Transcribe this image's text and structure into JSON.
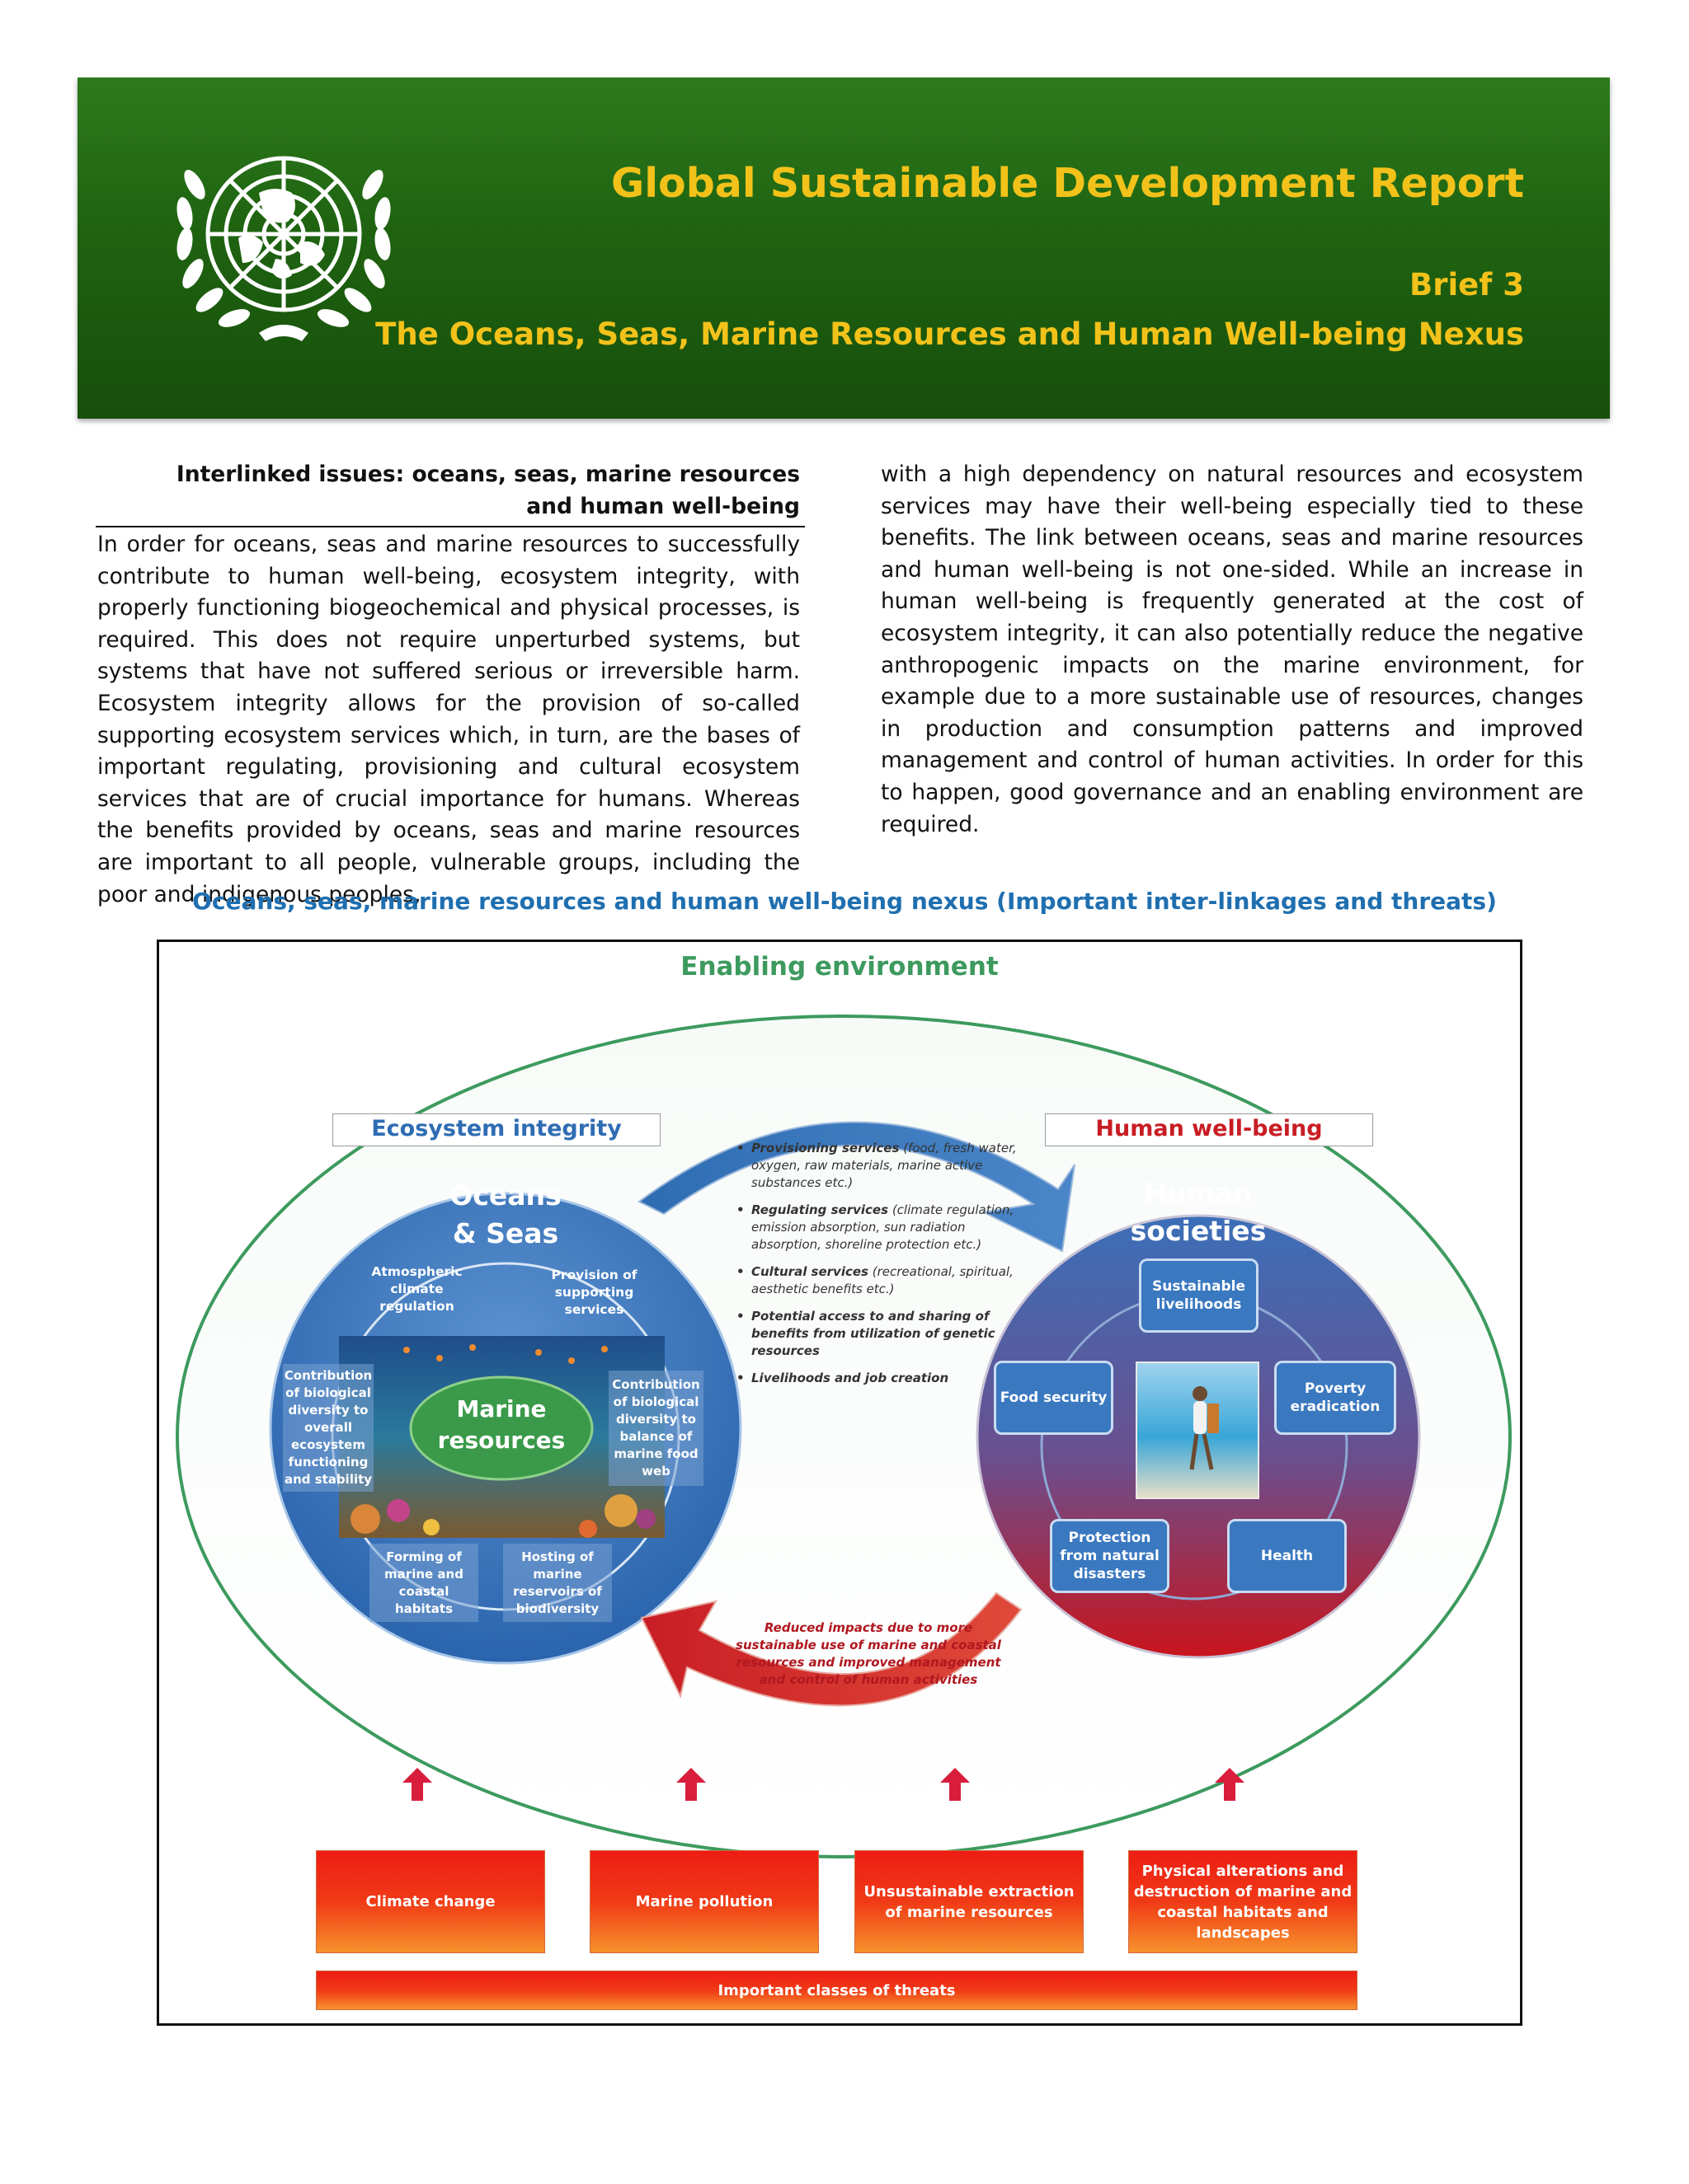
{
  "header": {
    "title": "Global Sustainable Development Report",
    "brief": "Brief 3",
    "subtitle": "The Oceans, Seas, Marine Resources and Human Well-being Nexus"
  },
  "section": {
    "heading_line1": "Interlinked issues: oceans, seas, marine resources",
    "heading_line2": "and human well-being"
  },
  "body": {
    "col1": "In order for oceans, seas and marine resources to successfully contribute to human well-being, ecosystem integrity, with properly functioning biogeochemical and physical processes, is required. This does not require unperturbed systems, but systems that have not suffered serious or irreversible harm. Ecosystem integrity allows for the provision of so-called supporting ecosystem services which, in turn, are the bases of important regulating, provisioning and cultural ecosystem services that are of crucial importance for humans. Whereas the benefits provided by oceans, seas and marine resources are important to all people, vulnerable groups, including the poor and indigenous peoples,",
    "col2": "with a high dependency on natural resources and ecosystem services may have their well-being especially tied to these benefits. The link between oceans, seas and marine resources and human well-being is not one-sided. While an increase in human well-being is frequently generated at the cost of ecosystem integrity, it can also potentially reduce the negative anthropogenic impacts on the marine environment, for example due to a more sustainable use of resources, changes in production and consumption patterns and improved management and control of human activities. In order for this to happen, good governance and an enabling environment are required."
  },
  "figure": {
    "caption": "Oceans, seas, marine resources and human well-being nexus (Important inter-linkages and threats)",
    "enabling": "Enabling environment",
    "eco_label": "Ecosystem integrity",
    "human_label": "Human well-being",
    "oceans_title_1": "Oceans",
    "oceans_title_2": "& Seas",
    "marine_1": "Marine",
    "marine_2": "resources",
    "atmos": "Atmospheric climate regulation",
    "supporting": "Provision of supporting services",
    "contrib_left": "Contribution of biological diversity to overall ecosystem functioning and stability",
    "contrib_right": "Contribution of biological diversity to balance of marine food web",
    "forming": "Forming of marine and coastal habitats",
    "hosting": "Hosting of marine reservoirs of biodiversity",
    "human_title_1": "Human",
    "human_title_2": "societies",
    "sustainable": "Sustainable livelihoods",
    "food": "Food security",
    "poverty": "Poverty eradication",
    "protection": "Protection from natural disasters",
    "health": "Health",
    "b1_head": "Provisioning services",
    "b1_rest": "(food, fresh water, oxygen, raw materials, marine active substances etc.)",
    "b2_head": "Regulating services",
    "b2_rest": "(climate regulation, emission absorption, sun radiation absorption, shoreline protection etc.)",
    "b3_head": "Cultural services",
    "b3_rest": "(recreational, spiritual, aesthetic benefits etc.)",
    "b4": "Potential access to and sharing of benefits from utilization of genetic resources",
    "b5": "Livelihoods and job creation",
    "reduced": "Reduced impacts due to more sustainable use of marine and coastal resources and improved management and control of human activities",
    "threat1": "Climate change",
    "threat2": "Marine pollution",
    "threat3": "Unsustainable extraction of marine resources",
    "threat4": "Physical alterations and destruction of marine and coastal habitats and landscapes",
    "threat_bar": "Important classes of threats",
    "colors": {
      "banner_green": "#1f6311",
      "header_gold": "#f2c21a",
      "caption_blue": "#1f6fb0",
      "ecology_green": "#3d9a5e",
      "eco_blue": "#2f6db3",
      "human_red": "#c81d24",
      "threat_red": "#ee1c14"
    }
  }
}
